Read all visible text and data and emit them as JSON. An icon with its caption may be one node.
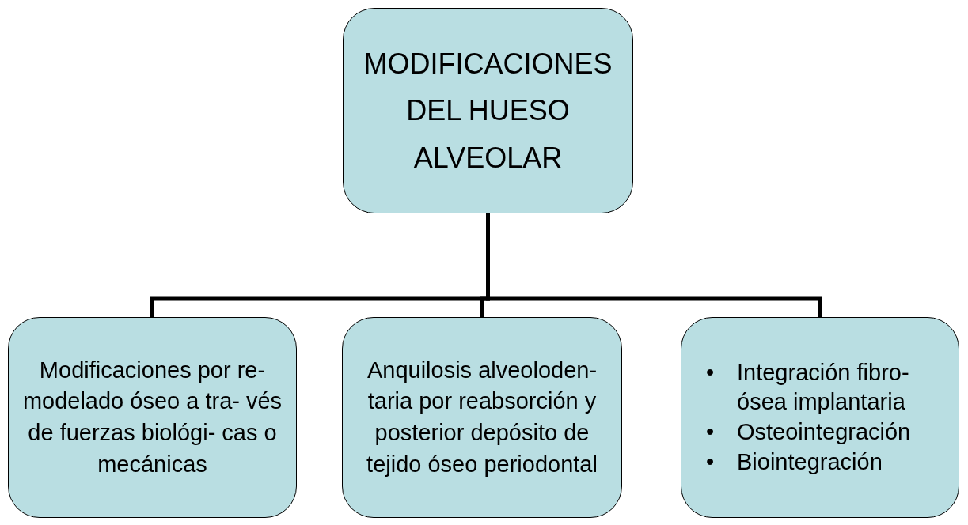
{
  "diagram": {
    "nodes": [
      {
        "text": [
          "MODIFICACIONES DEL HUESO ALVEOLAR"
        ]
      },
      {
        "text": [
          "Modificaciones por re- modelado óseo a tra- vés de fuerzas biológi- cas o mecánicas"
        ]
      },
      {
        "text": [
          "Anquilosis alveoloden- taria por reabsorción y posterior depósito de tejido óseo periodontal"
        ]
      },
      {
        "text": [
          "• Integración fibro- ósea implantaria",
          "• Osteointegración",
          "• Biointegración"
        ]
      }
    ],
    "edges": [
      {
        "from": 0,
        "to": 1,
        "arrow": "none"
      },
      {
        "from": 0,
        "to": 2,
        "arrow": "none"
      },
      {
        "from": 0,
        "to": 3,
        "arrow": "none"
      }
    ]
  }
}
